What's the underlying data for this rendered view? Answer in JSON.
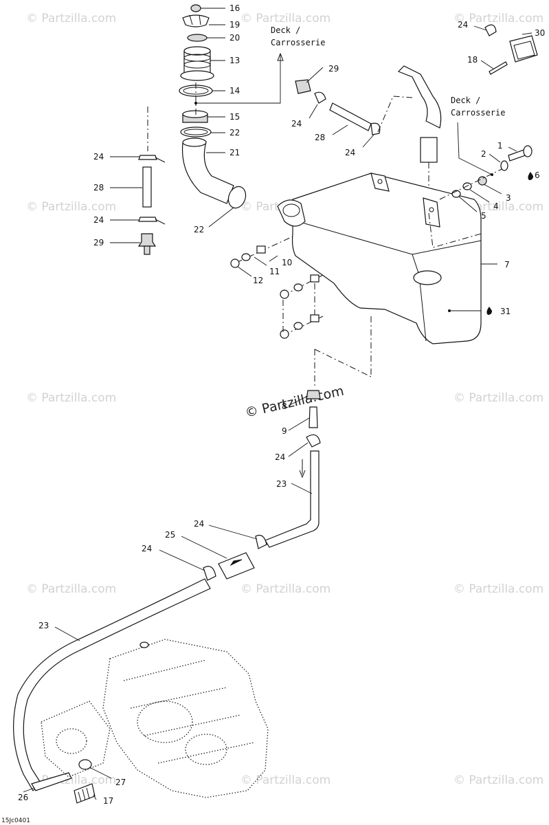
{
  "watermark_text": "© Partzilla.com",
  "diagram_code": "15Jc0401",
  "deck_note": {
    "line1": "Deck /",
    "line2": "Carrosserie"
  },
  "callouts": {
    "c16": "16",
    "c19": "19",
    "c20": "20",
    "c13": "13",
    "c14": "14",
    "c15": "15",
    "c22a": "22",
    "c21": "21",
    "c22b": "22",
    "c24a": "24",
    "c28a": "28",
    "c24b": "24",
    "c29a": "29",
    "c24c": "24",
    "c30": "30",
    "c18": "18",
    "c29b": "29",
    "c24d": "24",
    "c28b": "28",
    "c24e": "24",
    "c1": "1",
    "c2": "2",
    "c6": "6",
    "c3": "3",
    "c4": "4",
    "c5": "5",
    "c7": "7",
    "c10": "10",
    "c11": "11",
    "c12": "12",
    "c31": "31",
    "c8": "8",
    "c9": "9",
    "c24f": "24",
    "c23a": "23",
    "c24g": "24",
    "c25": "25",
    "c24h": "24",
    "c23b": "23",
    "c27": "27",
    "c26": "26",
    "c17": "17"
  }
}
